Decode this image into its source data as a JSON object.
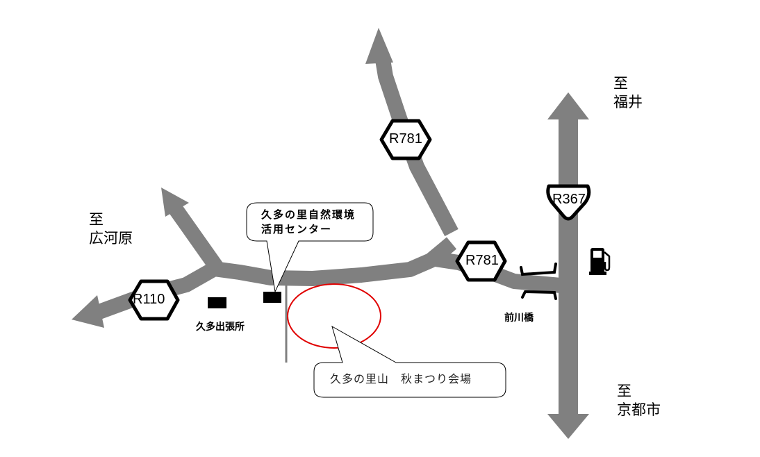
{
  "colors": {
    "road": "#808080",
    "venue_circle": "#e00000",
    "sign_border": "#000000"
  },
  "destinations": {
    "northwest": {
      "prefix": "至",
      "name": "広河原"
    },
    "north": {
      "prefix": "至",
      "name": "福井"
    },
    "south": {
      "prefix": "至",
      "name": "京都市"
    }
  },
  "route_signs": {
    "r110": "R110",
    "r781_north": "R781",
    "r781_east": "R781",
    "r367": "R367"
  },
  "places": {
    "branch_office": "久多出張所",
    "bridge": "前川橋",
    "center_line1": "久多の里自然環境",
    "center_line2": "活用センター",
    "venue": "久多の里山　秋まつり会場"
  },
  "icons": {
    "gas_station": "gas-pump-icon"
  }
}
